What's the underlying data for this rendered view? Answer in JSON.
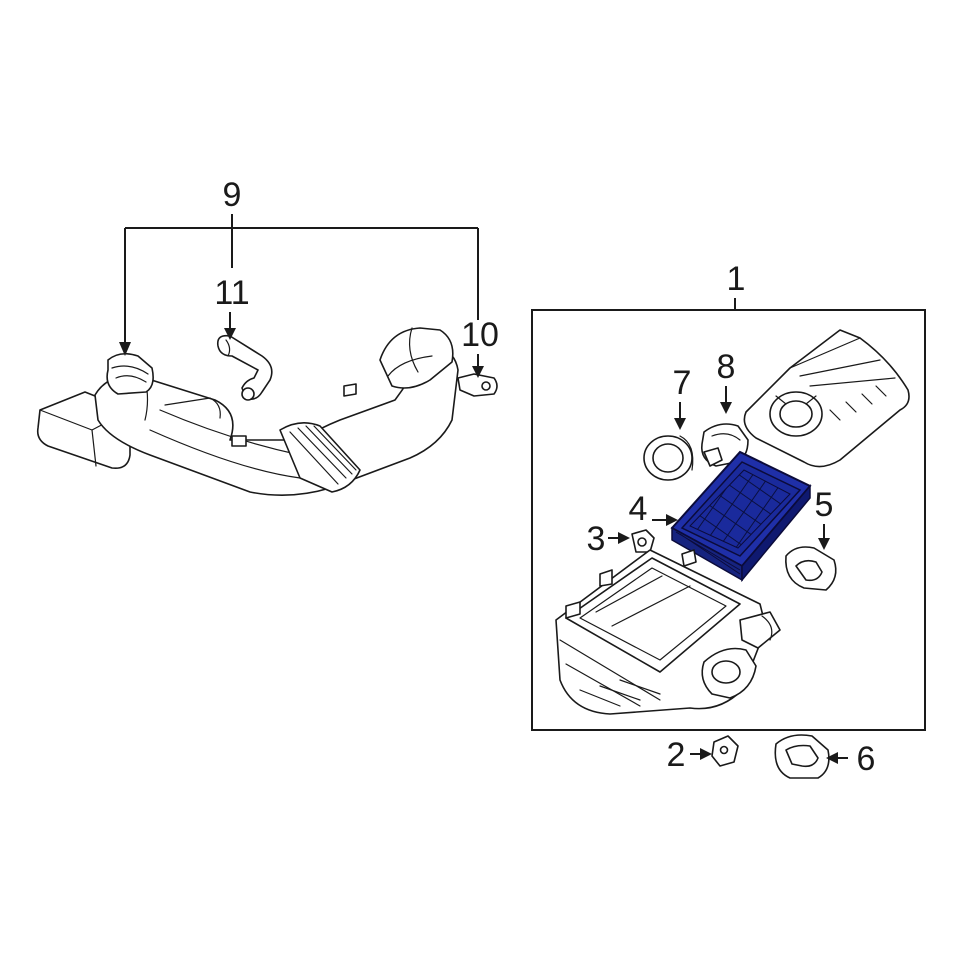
{
  "callouts": {
    "c1": "1",
    "c2": "2",
    "c3": "3",
    "c4": "4",
    "c5": "5",
    "c6": "6",
    "c7": "7",
    "c8": "8",
    "c9": "9",
    "c10": "10",
    "c11": "11"
  },
  "colors": {
    "highlight_fill": "#1f2fa8",
    "highlight_dark": "#0f1970",
    "line": "#1a1a1a",
    "background": "#ffffff"
  }
}
